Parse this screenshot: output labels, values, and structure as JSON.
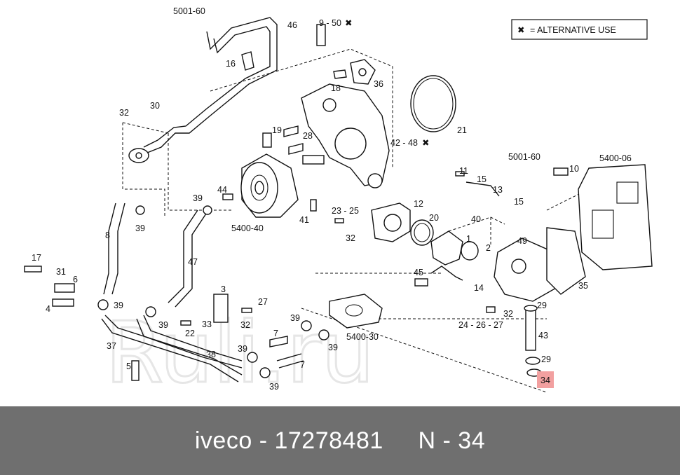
{
  "legend": {
    "symbol": "✖",
    "text": "= ALTERNATIVE USE"
  },
  "watermark": "Ruli.ru",
  "highlight_color": "#f2a0a0",
  "labels": {
    "l5001_60_top": "5001-60",
    "l46": "46",
    "l9_50": "9 - 50",
    "l16": "16",
    "l18": "18",
    "l36": "36",
    "l21": "21",
    "l32a": "32",
    "l30": "30",
    "l19": "19",
    "l28": "28",
    "l42_48": "42 - 48",
    "l5001_60_right": "5001-60",
    "l10": "10",
    "l5400_06": "5400-06",
    "l11": "11",
    "l15a": "15",
    "l13": "13",
    "l15b": "15",
    "l39a": "39",
    "l44": "44",
    "l39b": "39",
    "l8": "8",
    "l5400_40": "5400-40",
    "l41": "41",
    "l23_25": "23 - 25",
    "l32b": "32",
    "l12": "12",
    "l20": "20",
    "l40": "40",
    "l1": "1",
    "l49": "49",
    "l2": "2",
    "l47": "47",
    "l17": "17",
    "l31": "31",
    "l6": "6",
    "l4": "4",
    "l45": "45",
    "l14": "14",
    "l35": "35",
    "l3": "3",
    "l27": "27",
    "l39c": "39",
    "l39d": "39",
    "l33": "33",
    "l32c": "32",
    "l22": "22",
    "l39e": "39",
    "l7a": "7",
    "l7b": "7",
    "l39f": "39",
    "l5400_30": "5400-30",
    "l32d": "32",
    "l29a": "29",
    "l24_26_27": "24 - 26 - 27",
    "l43": "43",
    "l29b": "29",
    "l34": "34",
    "l37": "37",
    "l38": "38",
    "l39g": "39",
    "l39h": "39",
    "l5": "5"
  },
  "footer": {
    "brand": "iveco",
    "separator": "-",
    "part_number": "17278481",
    "ref_prefix": "N",
    "ref_number": "34"
  }
}
